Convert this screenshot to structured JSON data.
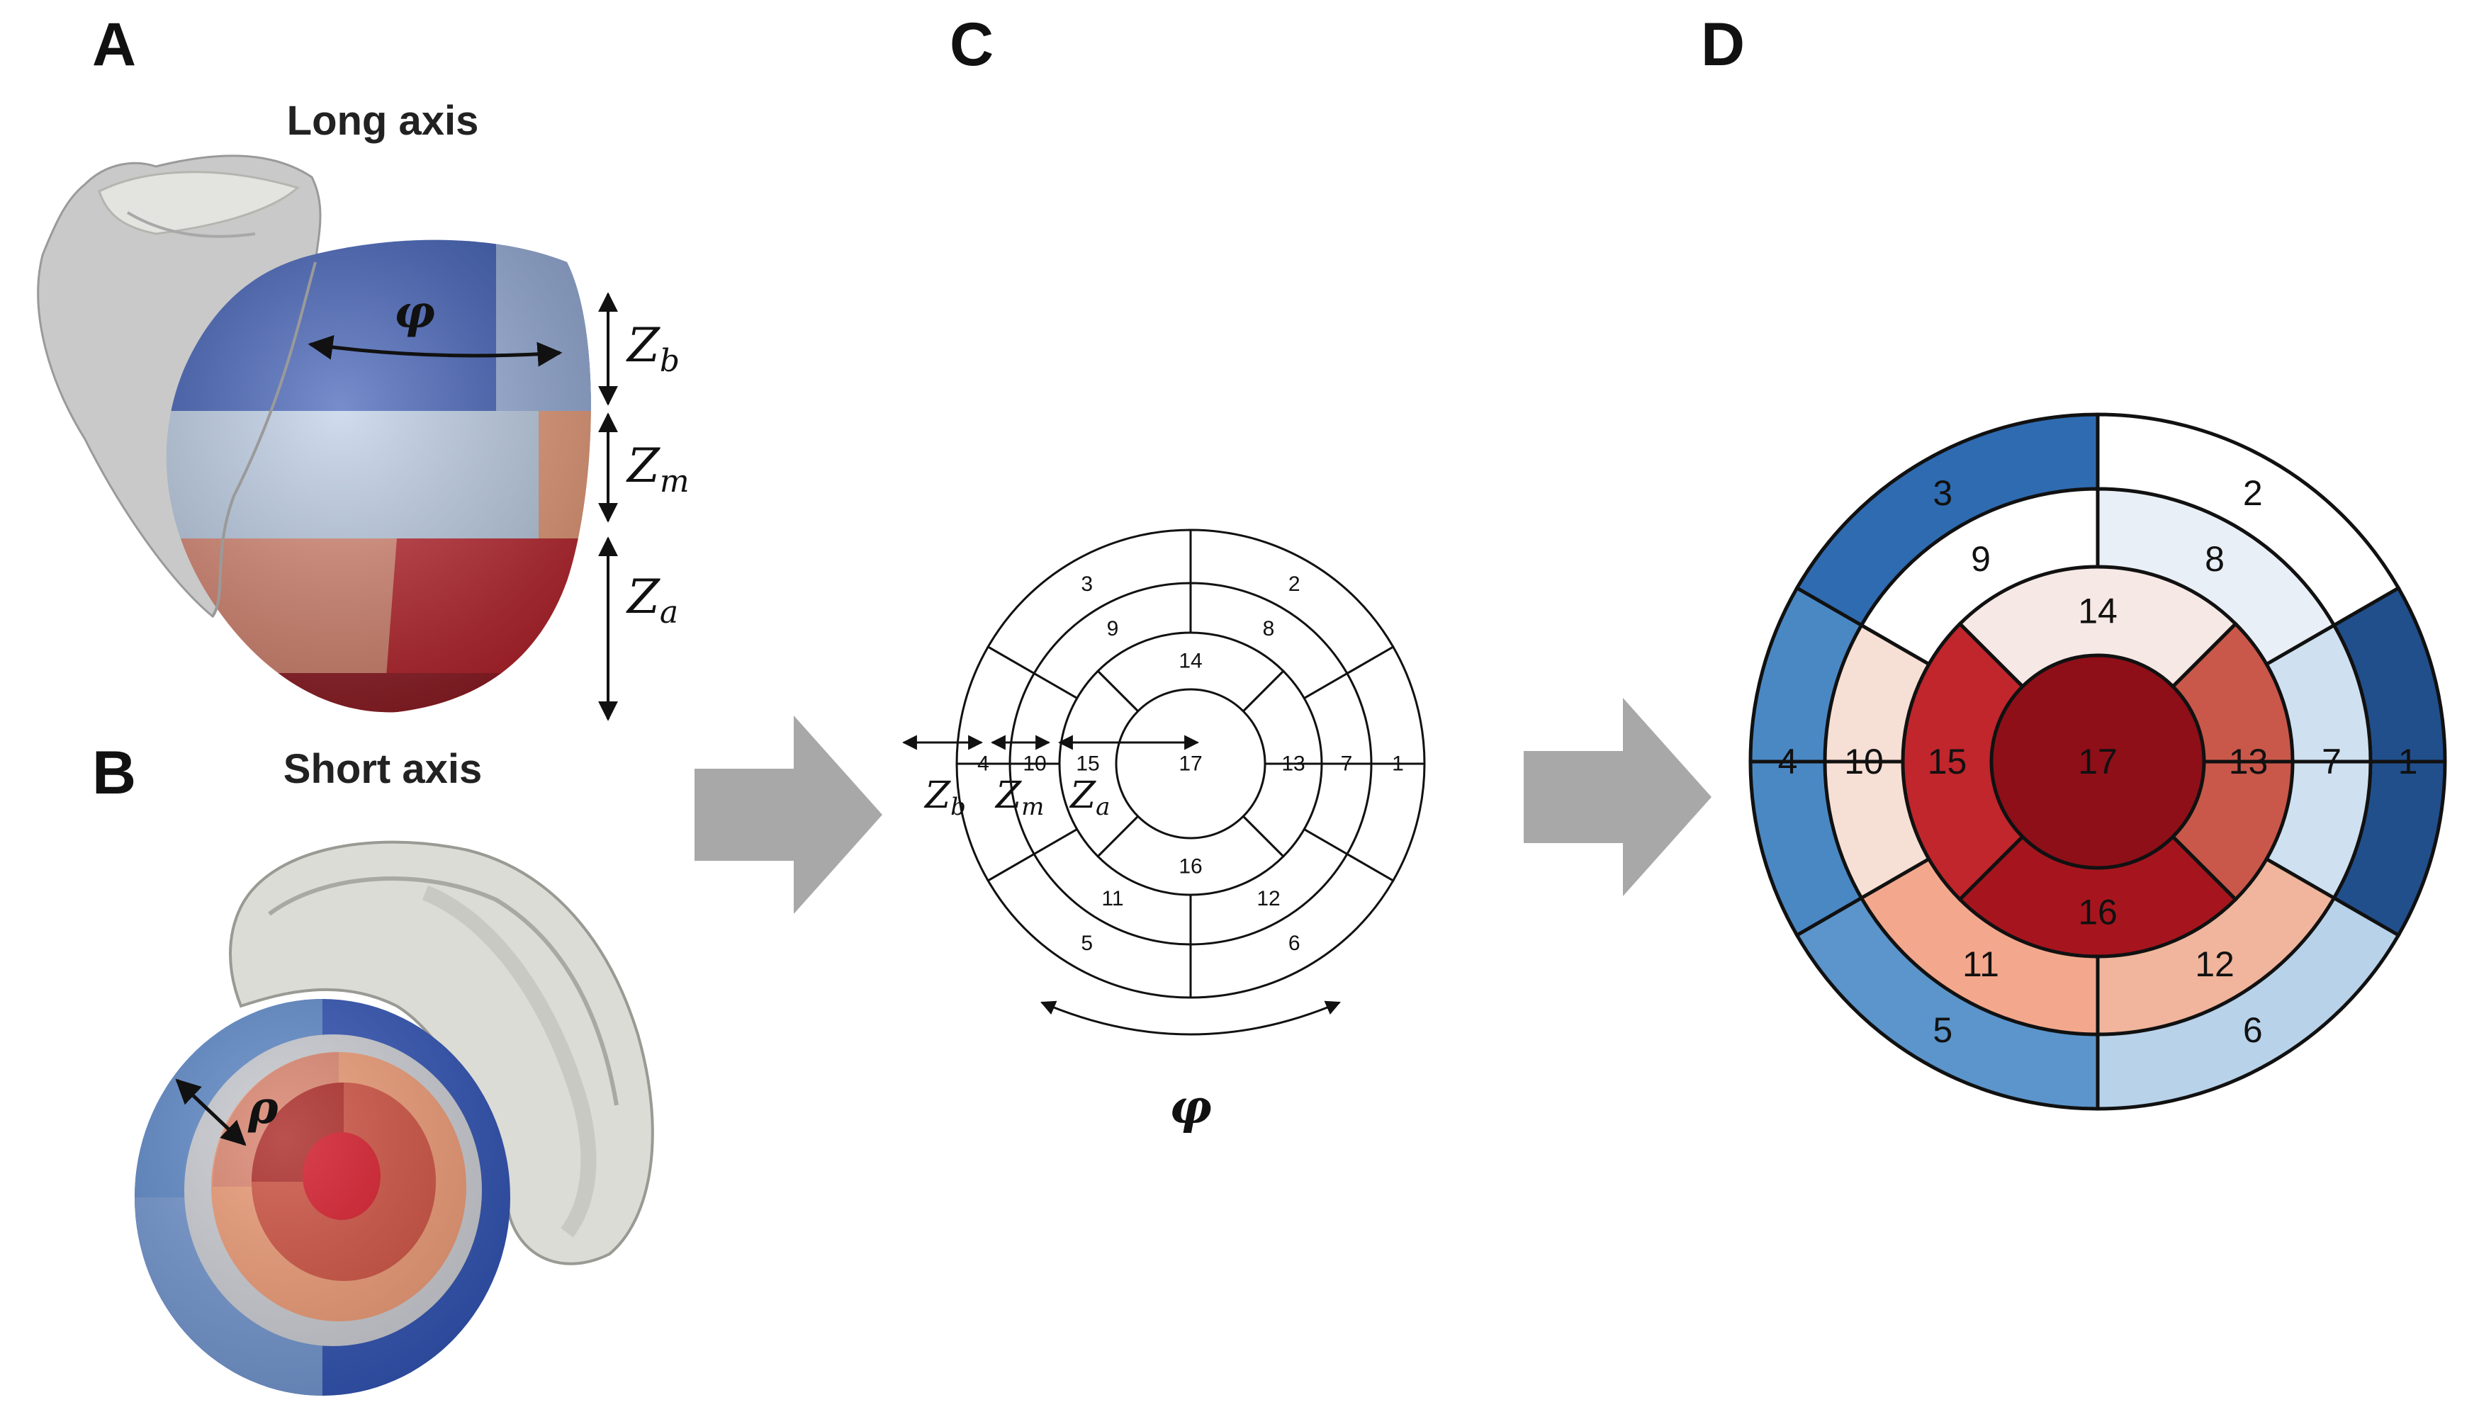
{
  "panels": {
    "a": {
      "letter": "A",
      "title": "Long axis"
    },
    "b": {
      "letter": "B",
      "title": "Short axis"
    },
    "c": {
      "letter": "C"
    },
    "d": {
      "letter": "D"
    }
  },
  "symbols": {
    "phi": "φ",
    "rho": "ρ",
    "zb": "Z",
    "zb_sub": "b",
    "zm": "Z",
    "zm_sub": "m",
    "za": "Z",
    "za_sub": "a"
  },
  "bullseye_c": {
    "basal": [
      "1",
      "2",
      "3",
      "4",
      "5",
      "6"
    ],
    "mid": [
      "7",
      "8",
      "9",
      "10",
      "11",
      "12"
    ],
    "apical": [
      "13",
      "14",
      "15",
      "16"
    ],
    "apex": "17"
  },
  "bullseye_d": {
    "basal": [
      "1",
      "2",
      "3",
      "4",
      "5",
      "6"
    ],
    "mid": [
      "7",
      "8",
      "9",
      "10",
      "11",
      "12"
    ],
    "apical": [
      "13",
      "14",
      "15",
      "16"
    ],
    "apex": "17"
  },
  "colors": {
    "dark_blue": "#2d4fb0",
    "mid_blue": "#5b86c6",
    "light_blue": "#b8cbe4",
    "light_red": "#f2b49a",
    "mid_red": "#e27555",
    "dark_red": "#b8161f",
    "arrow_gray": "#a8a8a8"
  }
}
